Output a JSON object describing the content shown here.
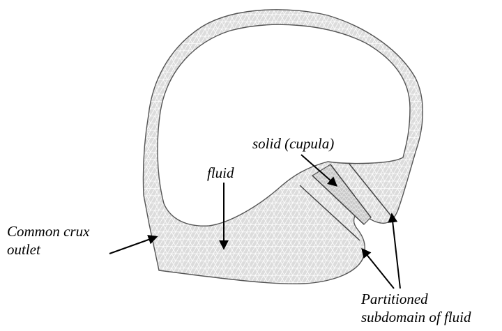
{
  "figure": {
    "labels": {
      "solid": "solid (cupula)",
      "fluid": "fluid",
      "crux_line1": "Common crux",
      "crux_line2": "outlet",
      "partition_line1": "Partitioned",
      "partition_line2": "subdomain of fluid"
    },
    "colors": {
      "mesh_fill": "#dcdcdc",
      "solid_fill": "#c9c9c9",
      "mesh_line": "#ffffff",
      "outline": "#555555",
      "arrow": "#000000"
    }
  }
}
